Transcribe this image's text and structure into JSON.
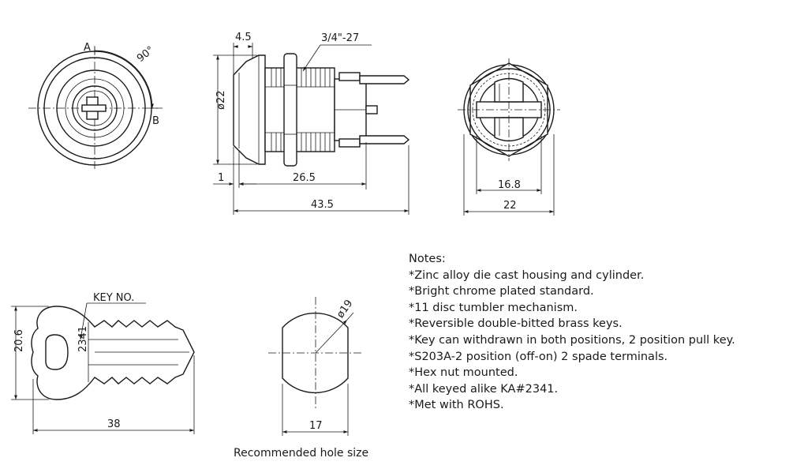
{
  "front_view": {
    "label_a": "A",
    "label_b": "B",
    "rotation": "90°"
  },
  "side_view": {
    "flange_thickness": "4.5",
    "thread": "3/4\"-27",
    "diameter": "ø22",
    "lip": "1",
    "body_length": "26.5",
    "overall_length": "43.5"
  },
  "back_view": {
    "nut_width": "16.8",
    "outer_diameter": "22"
  },
  "key": {
    "label": "KEY NO.",
    "stamp": "2341",
    "height": "20.6",
    "length": "38"
  },
  "hole": {
    "diameter": "ø19",
    "flat_width": "17",
    "caption": "Recommended hole size"
  },
  "notes": {
    "title": "Notes:",
    "items": [
      "*Zinc alloy die cast housing and cylinder.",
      "*Bright chrome plated standard.",
      "*11 disc tumbler mechanism.",
      "*Reversible double-bitted brass keys.",
      "*Key can withdrawn in both positions, 2 position pull key.",
      "*S203A-2 position (off-on) 2 spade terminals.",
      "*Hex nut mounted.",
      "*All keyed alike KA#2341.",
      "*Met with ROHS."
    ]
  }
}
